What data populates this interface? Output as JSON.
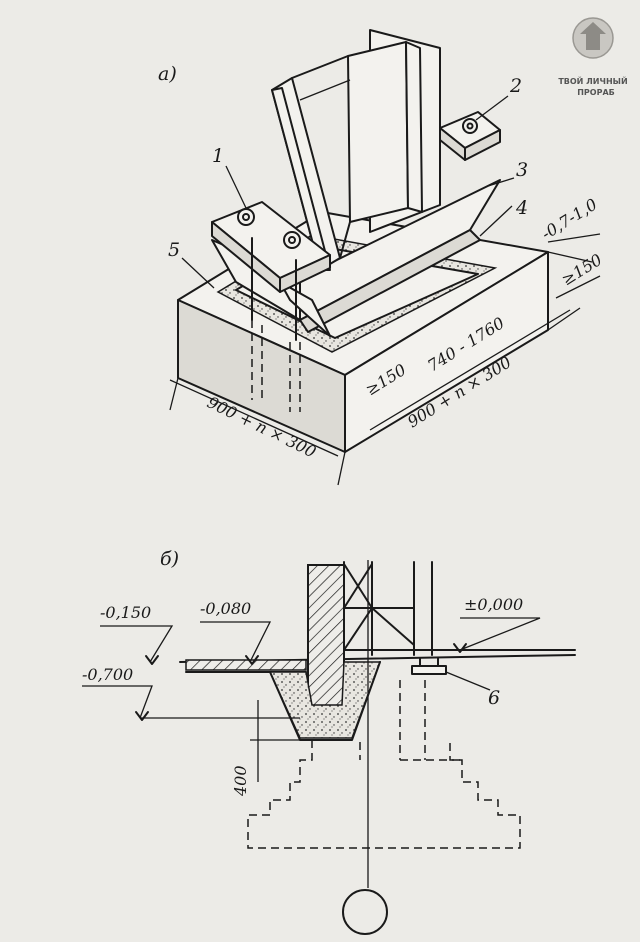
{
  "figure": {
    "part_a_label": "а)",
    "part_b_label": "б)"
  },
  "part_a": {
    "callouts": [
      "1",
      "2",
      "3",
      "4",
      "5"
    ],
    "dim_length": "900 + n × 300",
    "dim_width": "900 + n × 300",
    "dim_range": "740 - 1760",
    "dim_edge_front": "≥150",
    "dim_edge_side": "≥150",
    "dim_gap": "-0,7-1,0"
  },
  "part_b": {
    "level_1": "-0,150",
    "level_2": "-0,080",
    "level_3": "-0,700",
    "level_zero": "±0,000",
    "depth": "400",
    "callout_6": "6"
  },
  "watermark": {
    "line1": "ТВОЙ ЛИЧНЫЙ",
    "line2": "ПРОРАБ"
  }
}
